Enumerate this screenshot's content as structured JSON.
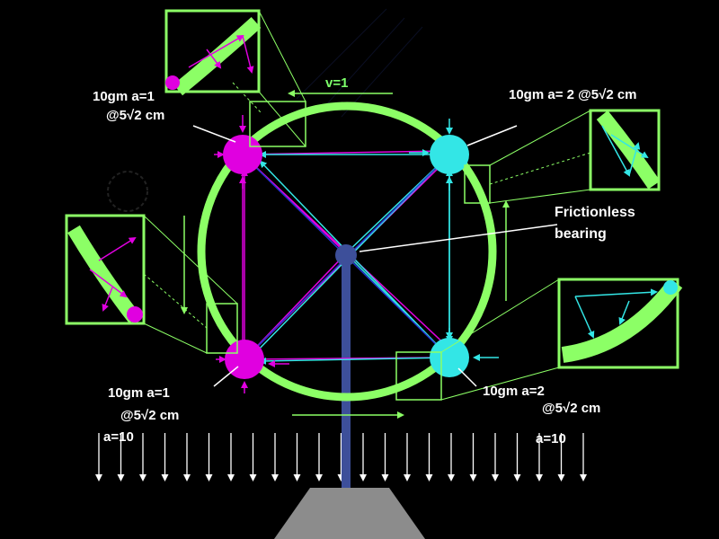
{
  "labels": {
    "velocity": "v=1",
    "top_left_mass": "10gm  a=1",
    "top_left_pos": "@5√2 cm",
    "top_right": "10gm a= 2 @5√2 cm",
    "bearing_line1": "Frictionless",
    "bearing_line2": "bearing",
    "bottom_left_mass": "10gm  a=1",
    "bottom_left_pos": "@5√2 cm",
    "bottom_right_mass": "10gm a=2",
    "bottom_right_pos": "@5√2 cm",
    "gravity_left": "a=10",
    "gravity_right": "a=10"
  },
  "colors": {
    "background": "#000000",
    "wheel": "#8cff66",
    "magenta": "#e000e0",
    "cyan": "#33e6e6",
    "axle": "#3d4f9a",
    "base": "#8c8c8c",
    "text": "#ffffff",
    "green_text": "#7dff6a"
  },
  "icons": [
    "down-arrow-icon"
  ]
}
